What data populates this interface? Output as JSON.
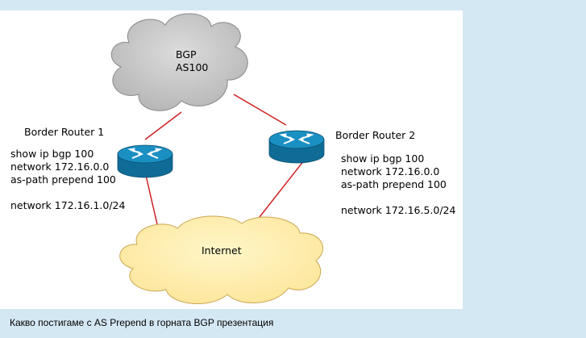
{
  "bgp_cloud": {
    "line1": "BGP",
    "line2": "AS100"
  },
  "internet_cloud": {
    "label": "Internet"
  },
  "router1": {
    "name": "Border Router 1",
    "config": [
      "show ip bgp 100",
      "network 172.16.0.0",
      "as-path prepend 100"
    ],
    "network": "network 172.16.1.0/24"
  },
  "router2": {
    "name": "Border Router 2",
    "config": [
      "show ip bgp 100",
      "network 172.16.0.0",
      "as-path prepend 100"
    ],
    "network": "network 172.16.5.0/24"
  },
  "caption": "Какво постигаме с AS Prepend в горната BGP презентация",
  "colors": {
    "bgp_cloud_fill": "#c0c0c0",
    "internet_cloud_fill": "#fff0b0",
    "link": "#d02020",
    "router_top": "#1a8fc2",
    "router_side": "#0f6c96",
    "background": "#d4e8f4"
  }
}
